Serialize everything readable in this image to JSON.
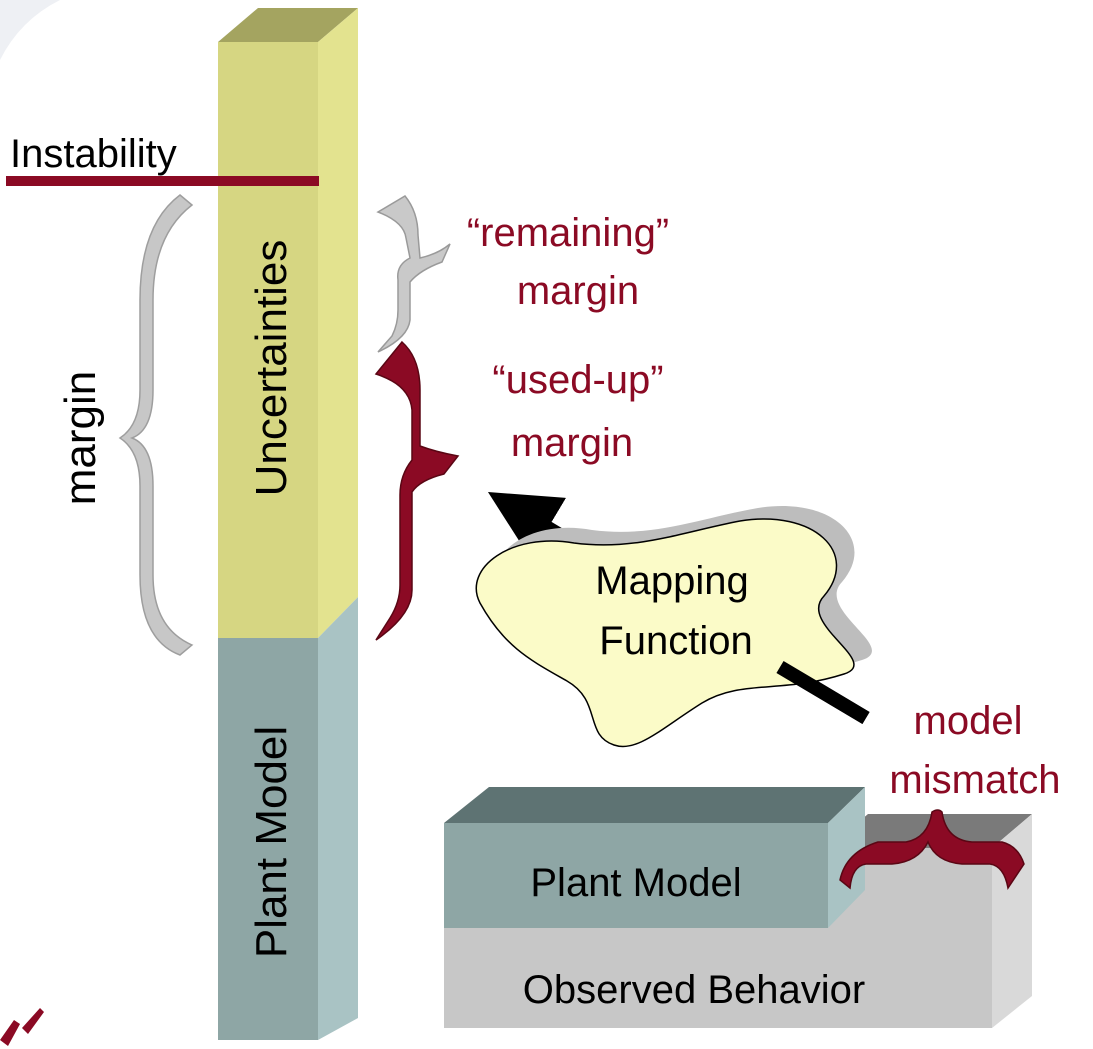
{
  "labels": {
    "instability": "Instability",
    "margin": "margin",
    "uncertainties": "Uncertainties",
    "plant_model_vertical": "Plant Model",
    "remaining_line1": "“remaining”",
    "remaining_line2": "margin",
    "usedup_line1": "“used-up”",
    "usedup_line2": "margin",
    "mapping_line1": "Mapping",
    "mapping_line2": "Function",
    "mismatch_line1": "model",
    "mismatch_line2": "mismatch",
    "plant_model_box": "Plant Model",
    "observed_behavior": "Observed Behavior"
  },
  "colors": {
    "accent_dark_red": "#8b0a24",
    "uncertainty_front": "#d6d682",
    "uncertainty_side": "#e3e38f",
    "uncertainty_top": "#a4a460",
    "plant_front": "#8ea6a5",
    "plant_side": "#a9c3c4",
    "observed_front": "#c7c7c7",
    "observed_side": "#d9d9d9",
    "cloud_fill": "#fbfbc8"
  }
}
